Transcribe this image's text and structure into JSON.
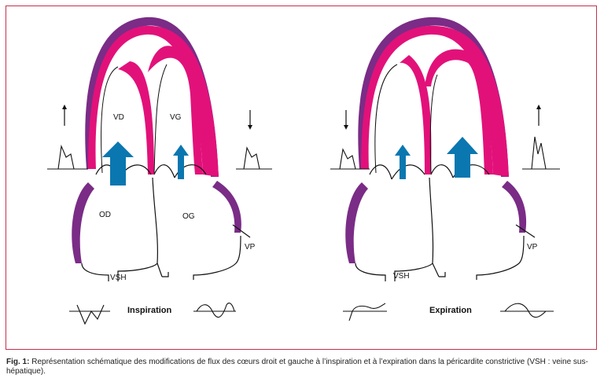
{
  "colors": {
    "border": "#c4314b",
    "myocardium": "#e2117a",
    "pericardium": "#7a2c86",
    "arrow": "#0a77b0",
    "line": "#111111"
  },
  "labels": {
    "vd": "VD",
    "vg": "VG",
    "od": "OD",
    "og": "OG",
    "vp": "VP",
    "vsh": "VSH",
    "inspiration": "Inspiration",
    "expiration": "Expiration"
  },
  "caption": {
    "fig": "Fig. 1:",
    "text": " Représentation schématique des modifications de flux des cœurs droit et gauche à l’inspiration et à l’expiration dans la péricardite constrictive (VSH : veine sus-hépatique)."
  },
  "panels": [
    {
      "name": "inspiration",
      "left_trend": "up",
      "right_trend": "down",
      "rv_arrow": "large",
      "lv_arrow": "small"
    },
    {
      "name": "expiration",
      "left_trend": "down",
      "right_trend": "up",
      "rv_arrow": "small",
      "lv_arrow": "large"
    }
  ]
}
